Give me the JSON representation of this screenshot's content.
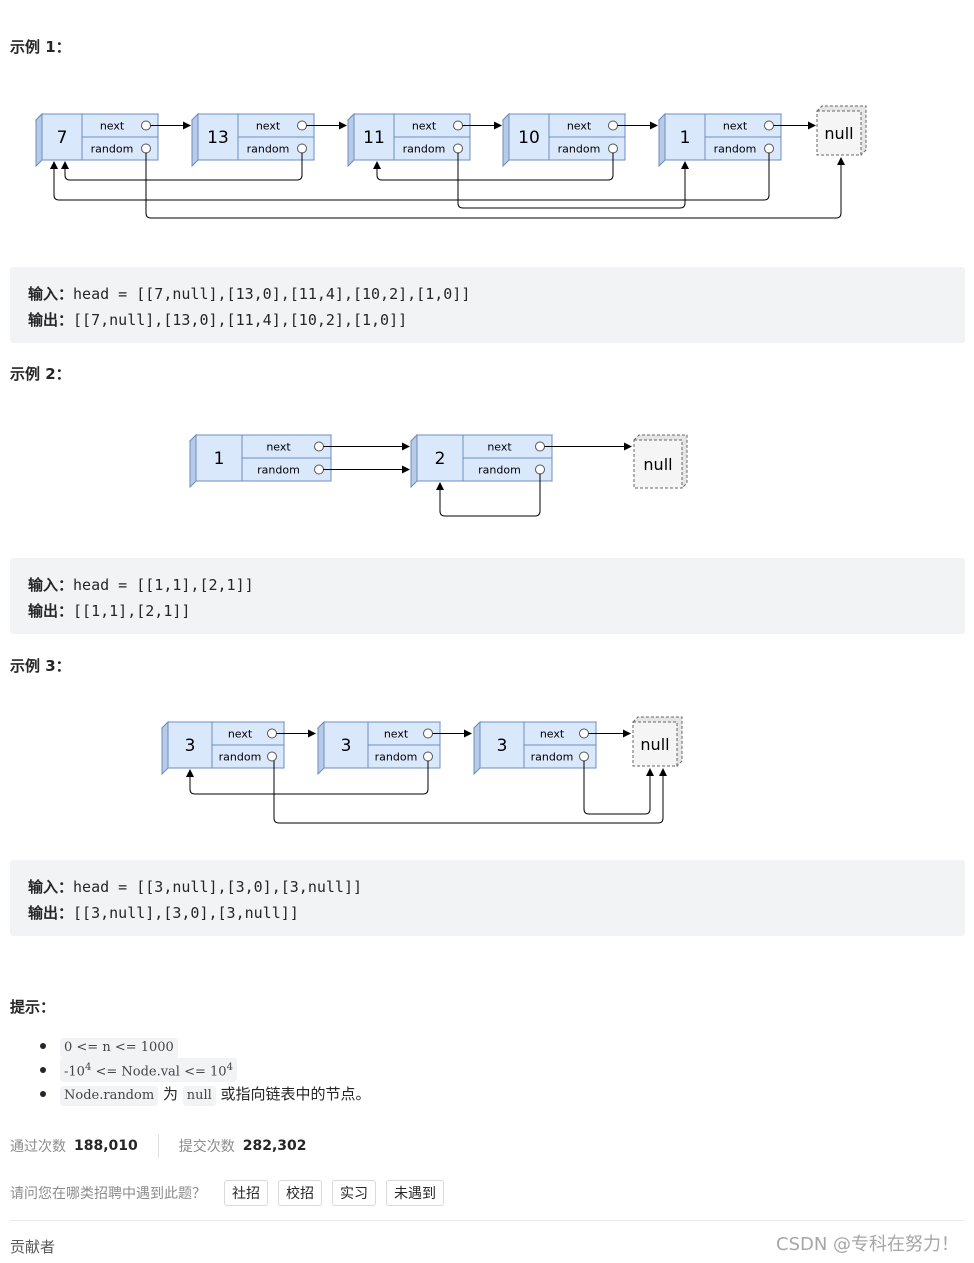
{
  "examples": [
    {
      "title": "示例 1：",
      "diagram": {
        "nodes": [
          "7",
          "13",
          "11",
          "10",
          "1"
        ],
        "next_label": "next",
        "random_label": "random",
        "null_label": "null"
      },
      "input_label": "输入：",
      "input_value": "head = [[7,null],[13,0],[11,4],[10,2],[1,0]]",
      "output_label": "输出：",
      "output_value": "[[7,null],[13,0],[11,4],[10,2],[1,0]]"
    },
    {
      "title": "示例 2：",
      "diagram": {
        "nodes": [
          "1",
          "2"
        ],
        "next_label": "next",
        "random_label": "random",
        "null_label": "null"
      },
      "input_label": "输入：",
      "input_value": "head = [[1,1],[2,1]]",
      "output_label": "输出：",
      "output_value": "[[1,1],[2,1]]"
    },
    {
      "title": "示例 3：",
      "diagram": {
        "nodes": [
          "3",
          "3",
          "3"
        ],
        "next_label": "next",
        "random_label": "random",
        "null_label": "null"
      },
      "input_label": "输入：",
      "input_value": "head = [[3,null],[3,0],[3,null]]",
      "output_label": "输出：",
      "output_value": "[[3,null],[3,0],[3,null]]"
    }
  ],
  "tips": {
    "title": "提示：",
    "item1": "0 <= n <= 1000",
    "item2_pre": "-10",
    "item2_exp1": "4",
    "item2_mid": " <= Node.val <= 10",
    "item2_exp2": "4",
    "item3_code1": "Node.random",
    "item3_text1": " 为 ",
    "item3_code2": "null",
    "item3_text2": " 或指向链表中的节点。"
  },
  "stats": {
    "accepted_label": "通过次数",
    "accepted_value": "188,010",
    "submitted_label": "提交次数",
    "submitted_value": "282,302"
  },
  "interview": {
    "question": "请问您在哪类招聘中遇到此题？",
    "options": [
      "社招",
      "校招",
      "实习",
      "未遇到"
    ]
  },
  "contributors_label": "贡献者",
  "watermark": "CSDN @专科在努力！",
  "colors": {
    "node_fill": "#dae8fc",
    "node_stroke": "#6c8ebf",
    "null_fill": "#f5f5f5",
    "null_stroke": "#666666",
    "code_bg": "#f2f3f5"
  }
}
